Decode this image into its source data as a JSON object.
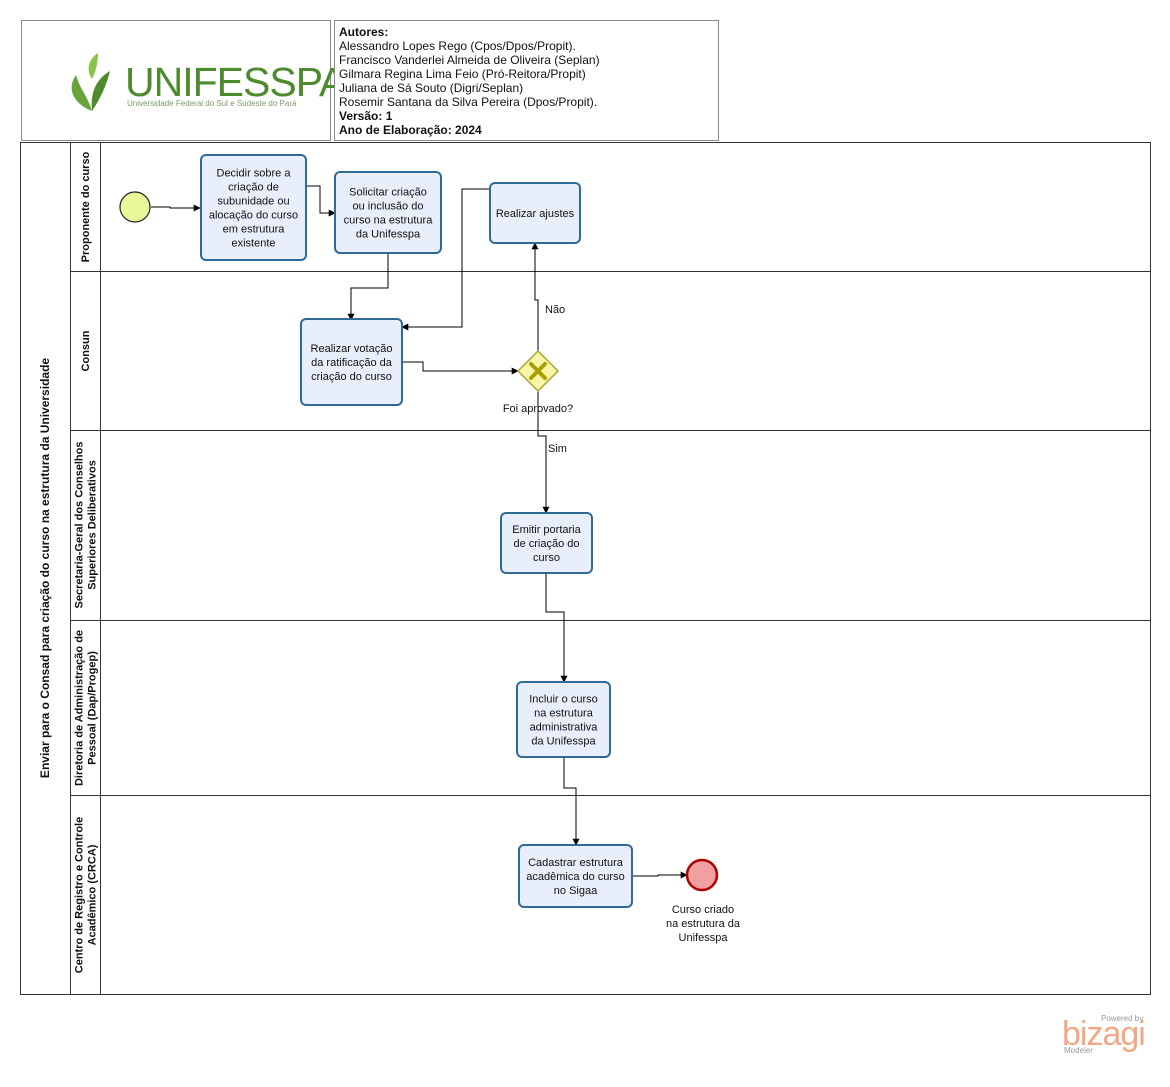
{
  "header": {
    "logo": {
      "name": "UNIFESSPA",
      "subtitle": "Universidade Federal do Sul e Sudeste do Pará"
    },
    "authors_title": "Autores:",
    "authors": [
      "Alessandro Lopes Rego (Cpos/Dpos/Propit).",
      "Francisco Vanderlei Almeida de Oliveira (Seplan)",
      "Gilmara Regina Lima Feio (Pró-Reitora/Propit)",
      "Juliana de Sá Souto (Digri/Seplan)",
      "Rosemir Santana da Silva Pereira (Dpos/Propit)."
    ],
    "version": "Versão: 1",
    "year": "Ano de Elaboração: 2024"
  },
  "pool": {
    "label": "Enviar para o Consad para criação do curso na estrutura da Universidade"
  },
  "lanes": [
    {
      "id": "proponente",
      "label": [
        "Proponente do curso"
      ]
    },
    {
      "id": "consun",
      "label": [
        "Consun"
      ]
    },
    {
      "id": "secretaria",
      "label": [
        "Secretaria-Geral dos Conselhos",
        "Superiores Deliberativos"
      ]
    },
    {
      "id": "dap",
      "label": [
        "Diretoria de Administração de",
        "Pessoal (Dap/Progep)"
      ]
    },
    {
      "id": "crca",
      "label": [
        "Centro de Registro e Controle",
        "Acadêmico (CRCA)"
      ]
    }
  ],
  "tasks": [
    {
      "id": "decidir",
      "lines": [
        "Decidir sobre a",
        "criação de",
        "subunidade ou",
        "alocação do curso",
        "em estrutura",
        "existente"
      ]
    },
    {
      "id": "solicitar",
      "lines": [
        "Solicitar  criação",
        "ou inclusão do",
        "curso na estrutura",
        "da Unifesspa"
      ]
    },
    {
      "id": "ajustes",
      "lines": [
        "Realizar ajustes"
      ]
    },
    {
      "id": "votacao",
      "lines": [
        "Realizar votação",
        "da ratificação da",
        "criação do curso"
      ]
    },
    {
      "id": "portaria",
      "lines": [
        "Emitir portaria",
        "de criação do",
        "curso"
      ]
    },
    {
      "id": "incluir",
      "lines": [
        "Incluir o curso",
        "na estrutura",
        "administrativa",
        "da Unifesspa"
      ]
    },
    {
      "id": "cadastrar",
      "lines": [
        "Cadastrar estrutura",
        "acadêmica do curso",
        "no Sigaa"
      ]
    }
  ],
  "gateway": {
    "label": "Foi aprovado?"
  },
  "flow_labels": {
    "no": "Não",
    "yes": "Sim"
  },
  "end_event": {
    "lines": [
      "Curso criado",
      "na estrutura da",
      "Unifesspa"
    ]
  },
  "footer": {
    "powered_by": "Powered by",
    "brand": "bizagi",
    "product": "Modeler"
  },
  "colors": {
    "task_fill": "#e9eefb",
    "task_stroke": "#2e6b96",
    "start_fill": "#e8f99a",
    "end_fill": "#f0a0a0",
    "end_stroke": "#b00000",
    "gateway_fill": "#f7f5a8",
    "gateway_stroke": "#a8a830",
    "gateway_mark": "#a8a000"
  }
}
